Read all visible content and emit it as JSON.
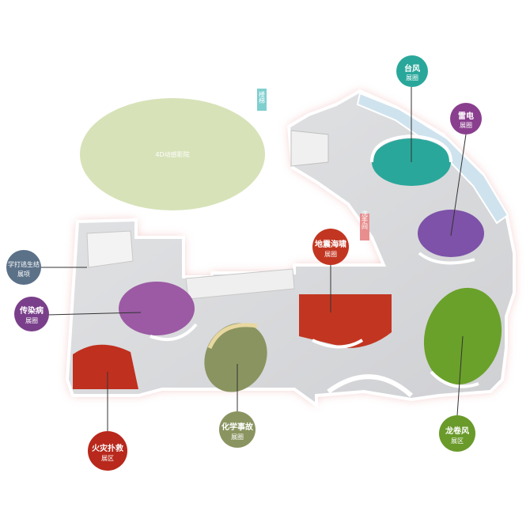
{
  "cinema": {
    "label": "4D动感影院"
  },
  "tags": {
    "stairs": "楼梯",
    "restroom": "洗手间"
  },
  "exhibits": [
    {
      "id": "typhoon",
      "title": "台风",
      "sub": "展圈",
      "color": "#2aa79b"
    },
    {
      "id": "thunder",
      "title": "雷电",
      "sub": "展圈",
      "color": "#8a3f8e"
    },
    {
      "id": "earthquake",
      "title": "地震海啸",
      "sub": "展圈",
      "color": "#c23621"
    },
    {
      "id": "firstaid",
      "title": "学打逃生结",
      "sub": "展项",
      "color": "#5b7188"
    },
    {
      "id": "infectious",
      "title": "传染病",
      "sub": "展圈",
      "color": "#7a3f8a"
    },
    {
      "id": "fire",
      "title": "火灾扑救",
      "sub": "展区",
      "color": "#b8281c"
    },
    {
      "id": "chemical",
      "title": "化学事故",
      "sub": "展圈",
      "color": "#8a9460"
    },
    {
      "id": "tornado",
      "title": "龙卷风",
      "sub": "展区",
      "color": "#6a9a2a"
    }
  ],
  "colors": {
    "floor": "#d9dadc",
    "wall": "#f2f2f2",
    "glow": "#f4c4c4",
    "cinema": "#d7e2b8",
    "tag": "#7fcfcf",
    "tag_restroom": "#e88e8e"
  }
}
